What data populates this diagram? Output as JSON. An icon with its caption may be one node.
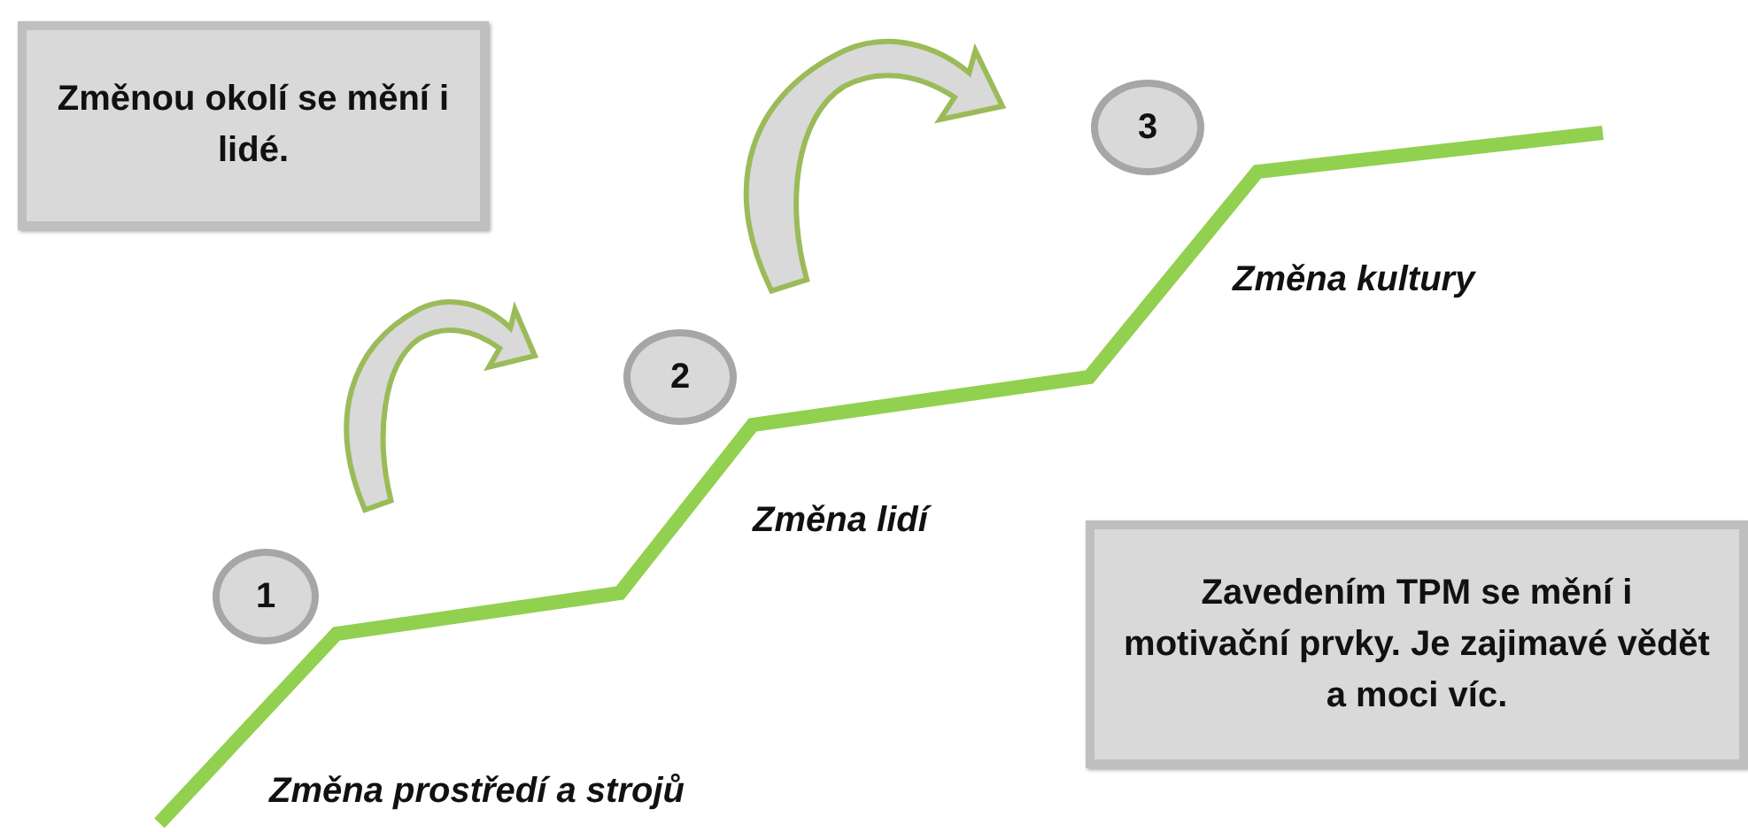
{
  "diagram": {
    "nodes": [
      {
        "text": [
          "Změnou okolí se mění i lidé."
        ]
      },
      {
        "text": [
          "1"
        ]
      },
      {
        "text": [
          "2"
        ]
      },
      {
        "text": [
          "3"
        ]
      },
      {
        "text": [
          "Zavedením TPM se mění i motivační prvky. Je zajimavé vědět a moci víc."
        ]
      }
    ],
    "edges": [
      {
        "from": 1,
        "to": 2,
        "arrow": "to"
      },
      {
        "from": 2,
        "to": 3,
        "arrow": "to"
      }
    ],
    "labels": [
      "Změna prostředí a strojů",
      "Změna lidí",
      "Změna kultury"
    ]
  }
}
